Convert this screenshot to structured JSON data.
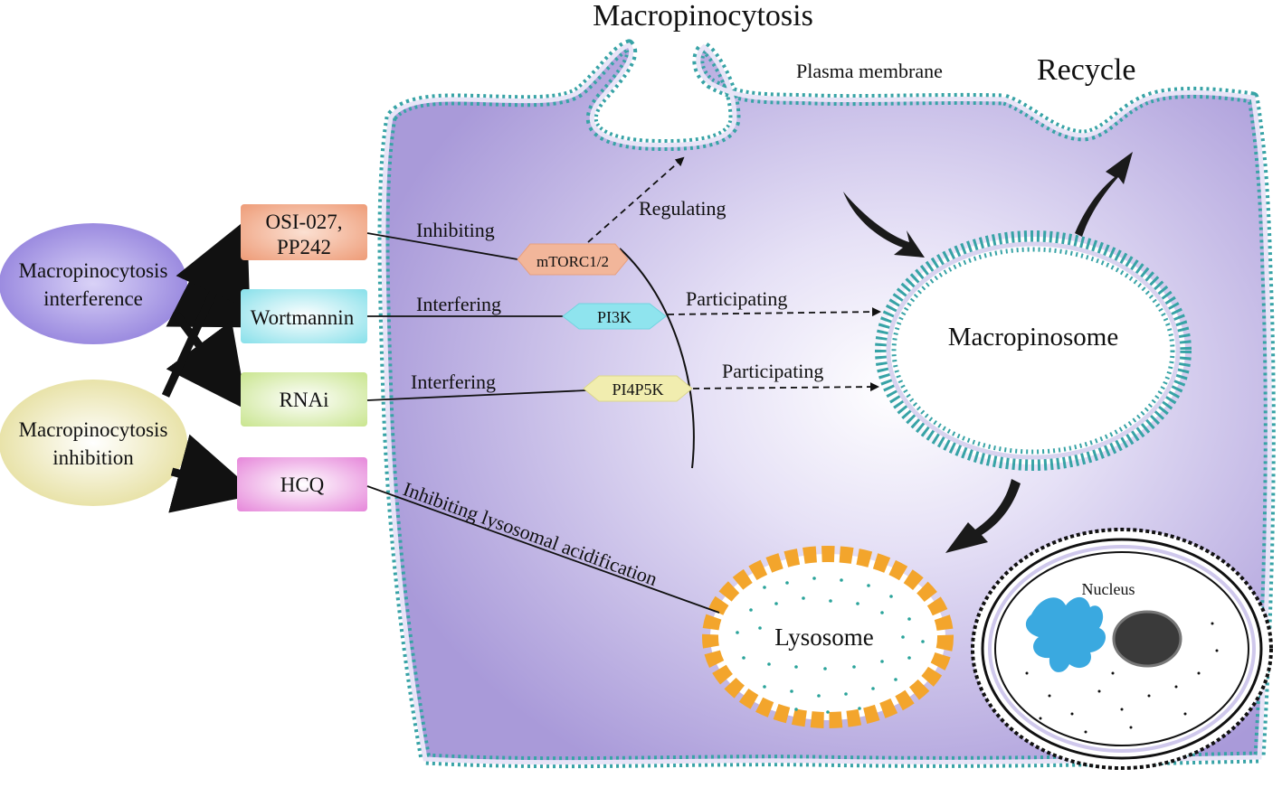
{
  "title": "Macropinocytosis",
  "labels": {
    "plasma_membrane": "Plasma membrane",
    "recycle": "Recycle",
    "macropinosome": "Macropinosome",
    "lysosome": "Lysosome",
    "nucleus": "Nucleus"
  },
  "strategies": {
    "interference": [
      "Macropinocytosis",
      "interference"
    ],
    "inhibition": [
      "Macropinocytosis",
      "inhibition"
    ]
  },
  "agents": {
    "osi": [
      "OSI-027,",
      "PP242"
    ],
    "wortmannin": "Wortmannin",
    "rnai": "RNAi",
    "hcq": "HCQ"
  },
  "targets": {
    "mtorc": "mTORC1/2",
    "pi3k": "PI3K",
    "pi4p5k": "PI4P5K"
  },
  "edges": {
    "inhibiting": "Inhibiting",
    "interfering_pi3k": "Interfering",
    "interfering_pi4p5k": "Interfering",
    "regulating": "Regulating",
    "participating_pi3k": "Participating",
    "participating_pi4p5k": "Participating",
    "inhibiting_lysosomal": "Inhibiting lysosomal acidification"
  },
  "colors": {
    "cytoplasm": "#b3a6e0",
    "membrane_dot": "#3aa8a8",
    "osi": "#f0a27e",
    "wortmannin": "#8fe2ea",
    "rnai": "#cfe79a",
    "hcq": "#ea8fde",
    "interference": "#9a8ae0",
    "inhibition": "#ece7a6",
    "lysosome_dot": "#f3a52c",
    "chromatin": "#3aa9e0"
  }
}
